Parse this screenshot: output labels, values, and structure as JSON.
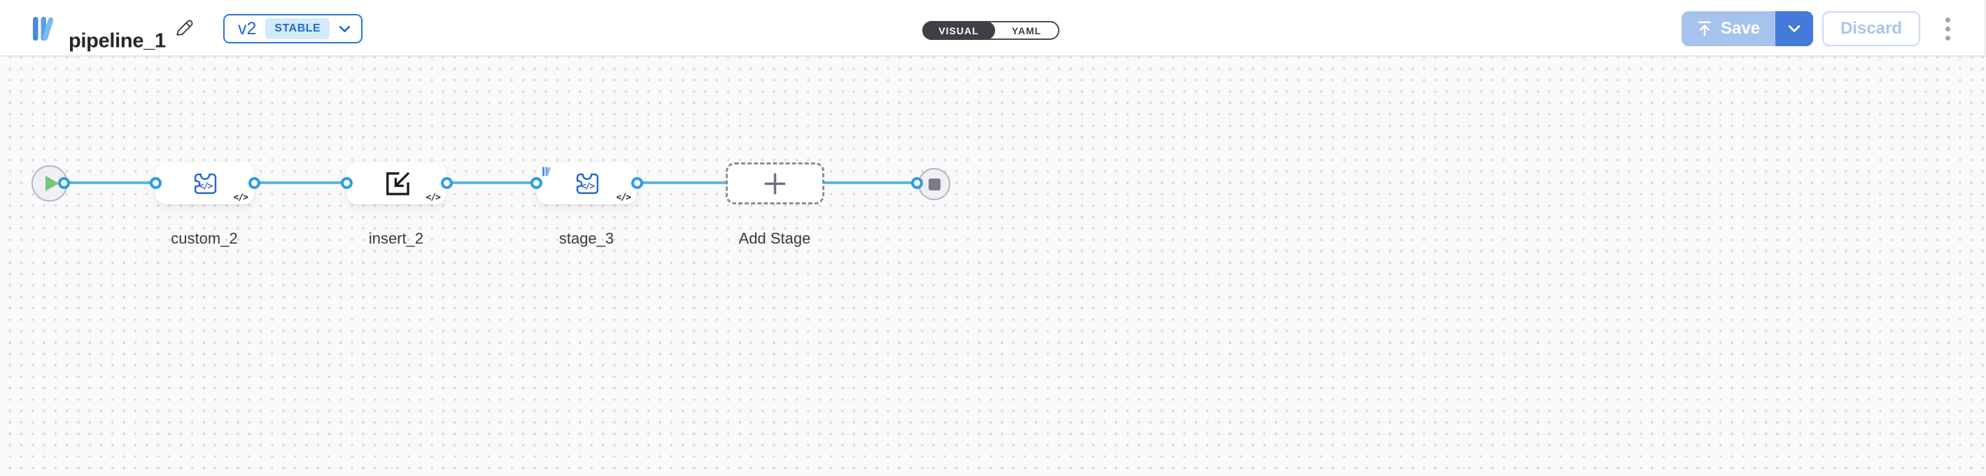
{
  "header": {
    "title": "pipeline_1",
    "version_selector": {
      "version": "v2",
      "status_badge": "STABLE"
    },
    "view_toggle": {
      "visual": "VISUAL",
      "yaml": "YAML",
      "selected": "VISUAL"
    },
    "actions": {
      "save": "Save",
      "discard": "Discard"
    }
  },
  "icons": {
    "code_glyph": "</>"
  },
  "canvas": {
    "nodes": [
      {
        "id": "start",
        "type": "start-node"
      },
      {
        "id": "custom_2",
        "type": "stage",
        "label": "custom_2",
        "icon": "custom-code-icon",
        "badge": "</>"
      },
      {
        "id": "insert_2",
        "type": "stage",
        "label": "insert_2",
        "icon": "insert-icon",
        "badge": "</>"
      },
      {
        "id": "stage_3",
        "type": "stage",
        "label": "stage_3",
        "icon": "custom-code-icon",
        "badge": "</>",
        "tag": "app-logo"
      },
      {
        "id": "add_stage",
        "type": "add-stage-placeholder",
        "label": "Add Stage",
        "icon": "plus-icon"
      },
      {
        "id": "end",
        "type": "end-node"
      }
    ],
    "colors": {
      "edge": "#5ab5ec",
      "port_ring": "#2d9de2",
      "icon_blue": "#2a66cf",
      "play_green": "#76c77c",
      "stop_gray": "#7b7b8c",
      "canvas_bg": "#fafafb",
      "grid_dot": "#d8d8df",
      "accent_blue": "#2d74dc",
      "save_disabled_bg": "#a6c3ed",
      "save_caret_bg": "#4579da",
      "toggle_dark": "#3f3f46",
      "stable_badge_bg": "#d3e9fc"
    }
  }
}
